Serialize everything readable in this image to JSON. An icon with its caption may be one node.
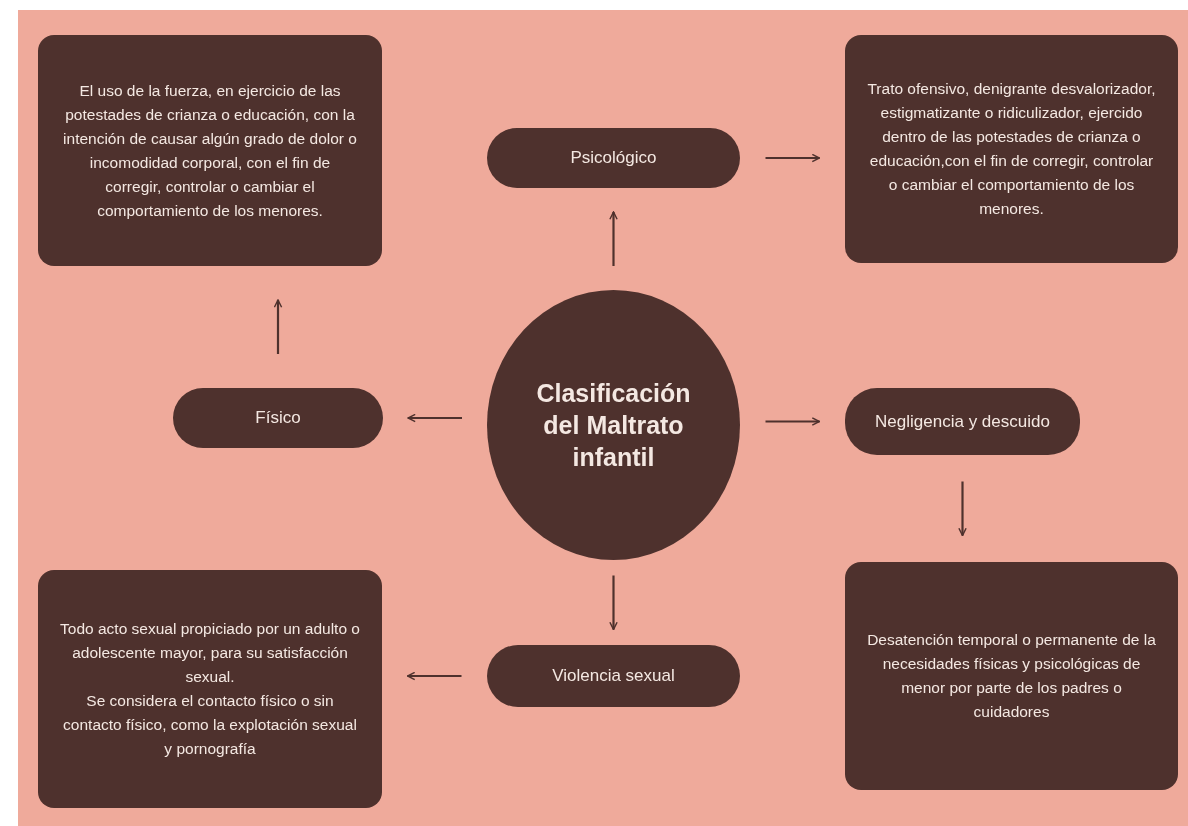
{
  "diagram": {
    "nodes": [
      {
        "text": [
          "Clasificación del Maltrato infantil"
        ]
      },
      {
        "text": [
          "Psicológico"
        ]
      },
      {
        "text": [
          "Trato ofensivo, denigrante desvalorizador, estigmatizante o ridiculizador, ejercido dentro de las potestades de crianza o educación,con el fin de corregir, controlar o cambiar el comportamiento de los menores."
        ]
      },
      {
        "text": [
          "Físico"
        ]
      },
      {
        "text": [
          "El uso de la fuerza, en ejercicio de las potestades de crianza o educación, con la intención de causar algún grado de dolor o incomodidad corporal, con el fin de corregir, controlar o cambiar el comportamiento de los menores."
        ]
      },
      {
        "text": [
          "Negligencia y descuido"
        ]
      },
      {
        "text": [
          "Desatención temporal o permanente de la necesidades físicas y psicológicas de menor por parte de los padres o cuidadores"
        ]
      },
      {
        "text": [
          "Violencia sexual"
        ]
      },
      {
        "text": [
          "Todo acto sexual propiciado por un adulto o adolescente mayor, para su satisfacción sexual.",
          "Se considera el contacto físico o sin contacto físico, como la explotación sexual y pornografía"
        ]
      }
    ],
    "edges": [
      {
        "from": 0,
        "to": 1,
        "arrow": "to"
      },
      {
        "from": 1,
        "to": 2,
        "arrow": "to"
      },
      {
        "from": 0,
        "to": 3,
        "arrow": "to"
      },
      {
        "from": 3,
        "to": 4,
        "arrow": "to"
      },
      {
        "from": 0,
        "to": 5,
        "arrow": "to"
      },
      {
        "from": 5,
        "to": 6,
        "arrow": "to"
      },
      {
        "from": 0,
        "to": 7,
        "arrow": "to"
      },
      {
        "from": 7,
        "to": 8,
        "arrow": "to"
      }
    ]
  }
}
